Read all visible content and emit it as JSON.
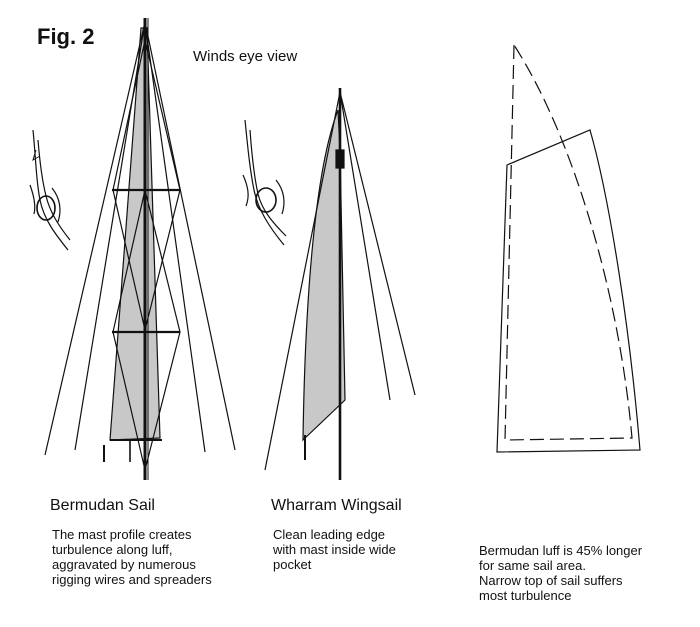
{
  "figure": {
    "label": "Fig. 2",
    "view_title": "Winds eye view"
  },
  "panels": [
    {
      "title": "Bermudan Sail",
      "description": "The mast profile creates\nturbulence along luff,\naggravated by numerous\nrigging wires and spreaders"
    },
    {
      "title": "Wharram Wingsail",
      "description": "Clean leading edge\nwith mast inside wide\npocket"
    },
    {
      "title": "",
      "description": "Bermudan luff is 45% longer\nfor same sail area.\nNarrow top of sail suffers\nmost turbulence"
    }
  ],
  "colors": {
    "ink": "#111111",
    "sail_shading": "#c8c8c8",
    "background": "#ffffff"
  }
}
